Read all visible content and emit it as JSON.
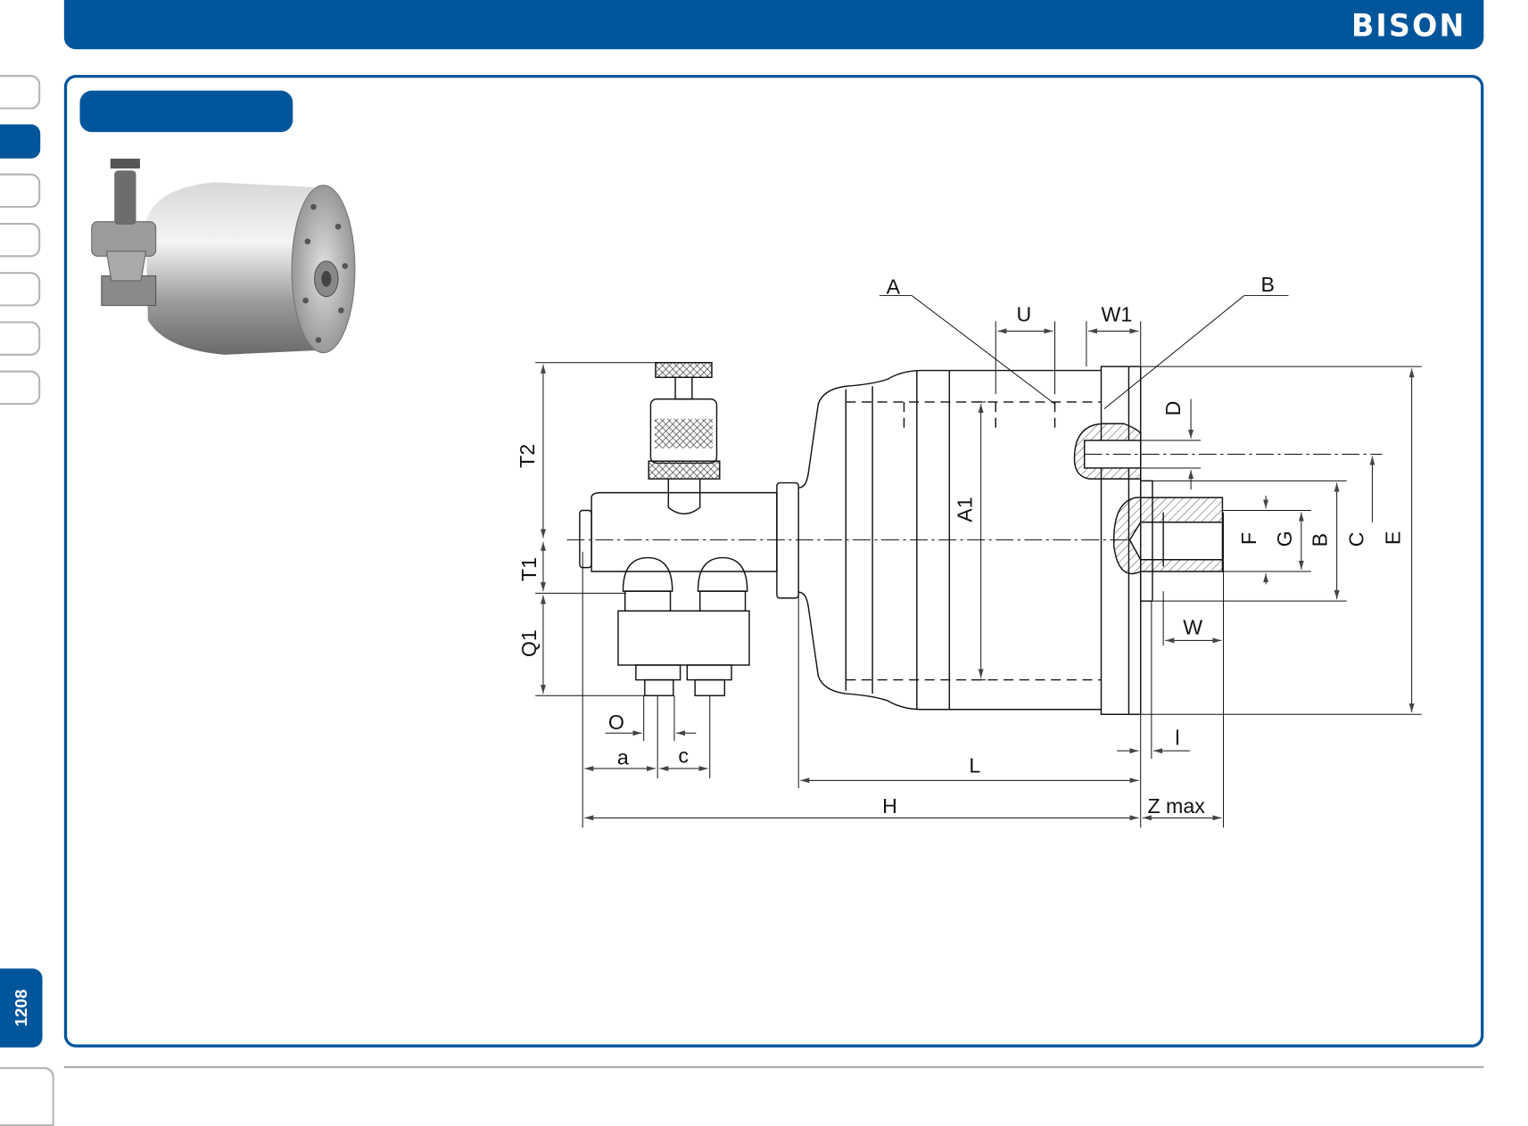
{
  "header": {
    "logo": "BISON"
  },
  "sidebar": {
    "page_number": "1208"
  },
  "drawing": {
    "labels": {
      "A": "A",
      "B_top": "B",
      "U": "U",
      "W1": "W1",
      "D": "D",
      "T2": "T2",
      "A1": "A1",
      "T1": "T1",
      "Q1": "Q1",
      "F": "F",
      "G": "G",
      "B": "B",
      "C": "C",
      "E": "E",
      "W": "W",
      "O": "O",
      "a": "a",
      "c": "c",
      "l": "l",
      "L": "L",
      "H": "H",
      "Zmax": "Z max"
    }
  },
  "colors": {
    "brand": "#00559b"
  }
}
